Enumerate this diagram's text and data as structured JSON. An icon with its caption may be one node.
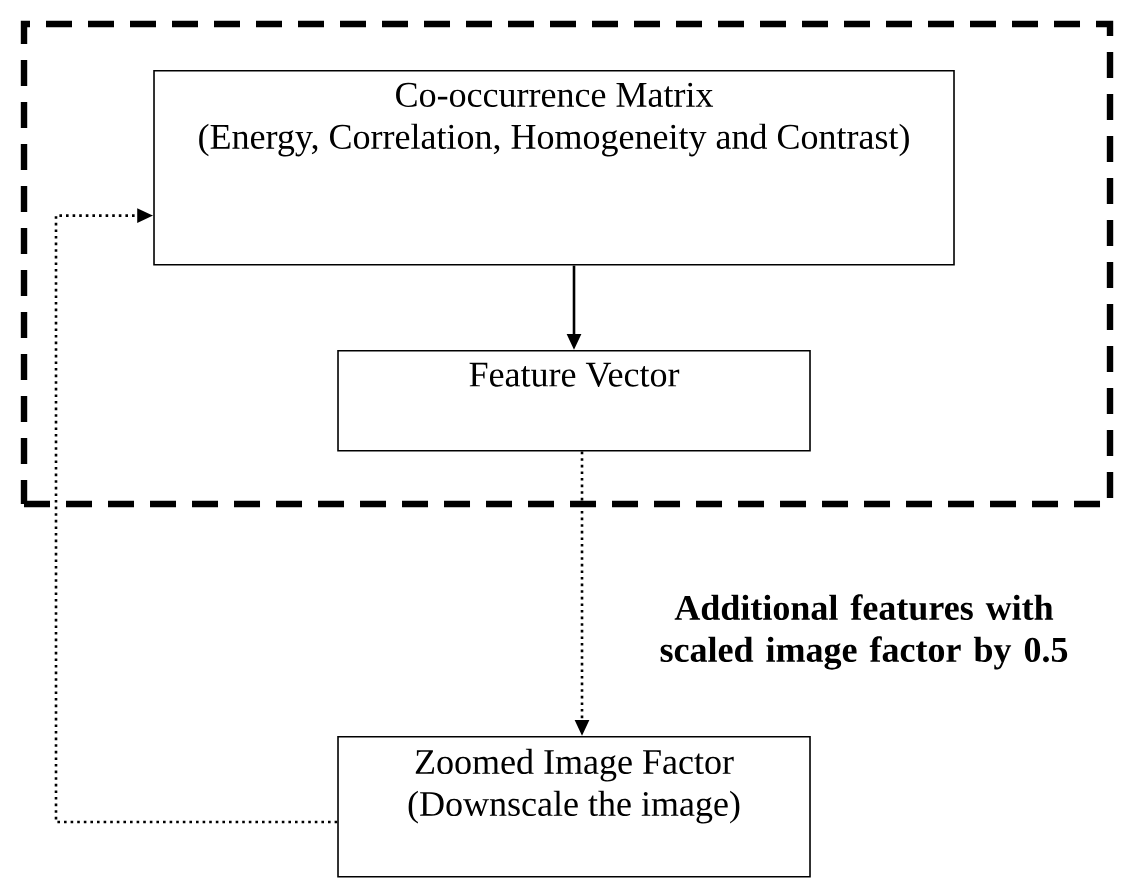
{
  "diagram": {
    "nodes": [
      {
        "text": [],
        "shape": "box"
      },
      {
        "text": [
          "Co-occurrence Matrix",
          "(Energy, Correlation, Homogeneity and Contrast)"
        ],
        "in": 0
      },
      {
        "text": [
          "Feature Vector"
        ],
        "in": 0
      },
      {
        "text": [
          "Zoomed Image Factor",
          "(Downscale the image)"
        ]
      }
    ],
    "edges": [
      {
        "from": 1,
        "to": 2,
        "arrow": "to"
      },
      {
        "from": 2,
        "to": 3,
        "arrow": "to",
        "style": "dashed",
        "label": "Additional features with scaled image factor by 0.5"
      },
      {
        "from": 3,
        "to": 1,
        "arrow": "to",
        "style": "dashed"
      }
    ]
  }
}
